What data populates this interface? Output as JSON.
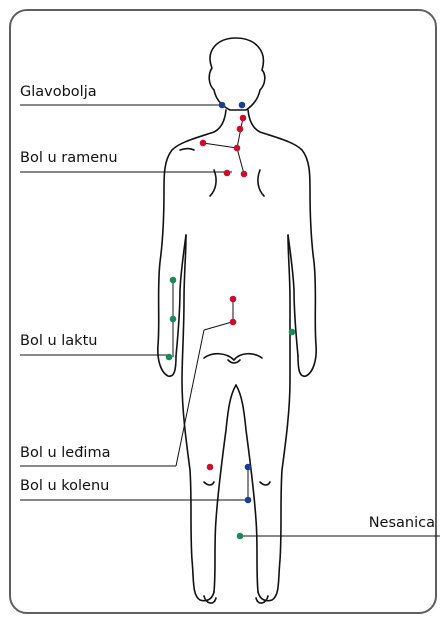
{
  "labels": {
    "headache": "Glavobolja",
    "shoulder_pain": "Bol u ramenu",
    "elbow_pain": "Bol u laktu",
    "back_pain": "Bol u leđima",
    "knee_pain": "Bol u kolenu",
    "insomnia": "Nesanica"
  },
  "colors": {
    "red": "#c8102e",
    "blue": "#1c3f8c",
    "green": "#1a8a5a",
    "line": "#111111",
    "frame": "#5f5f5f"
  }
}
